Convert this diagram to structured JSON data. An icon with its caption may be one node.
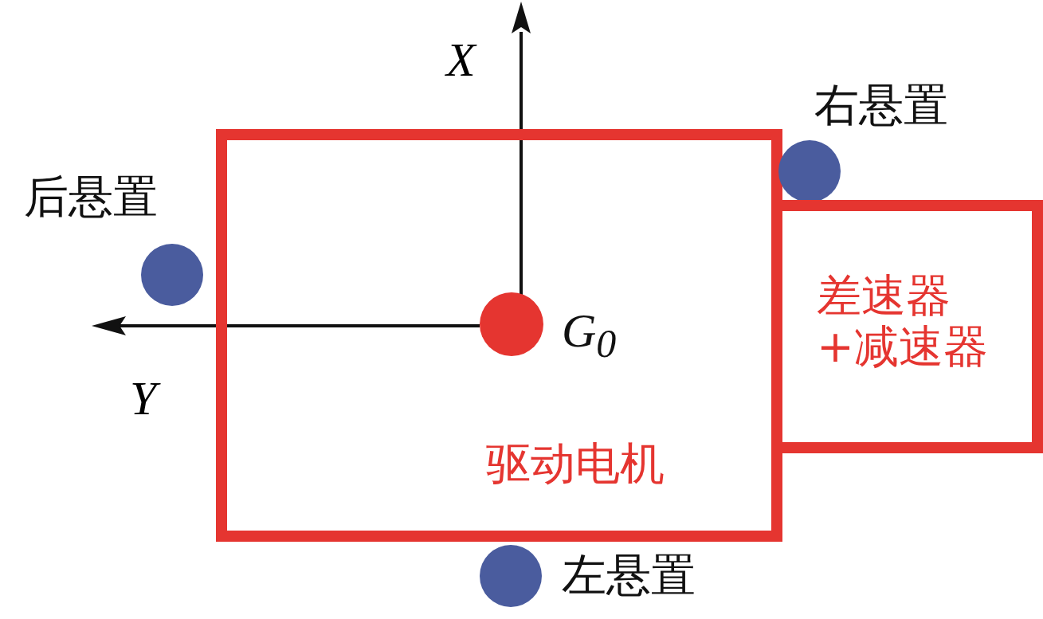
{
  "diagram": {
    "nodes": [
      {
        "text": [
          "驱动电机"
        ]
      },
      {
        "text": [],
        "shape": "circle",
        "beside": [
          "右悬置"
        ]
      },
      {
        "text": [],
        "shape": "circle",
        "beside": [
          "后悬置"
        ]
      },
      {
        "text": [
          "差速器+减速器"
        ]
      },
      {
        "text": [],
        "shape": "circle",
        "in": 0,
        "beside": [
          "G$_{0}$"
        ]
      },
      {
        "text": [],
        "shape": "circle",
        "beside": [
          "左悬置"
        ]
      }
    ],
    "labels": [
      "X",
      "Y"
    ]
  }
}
